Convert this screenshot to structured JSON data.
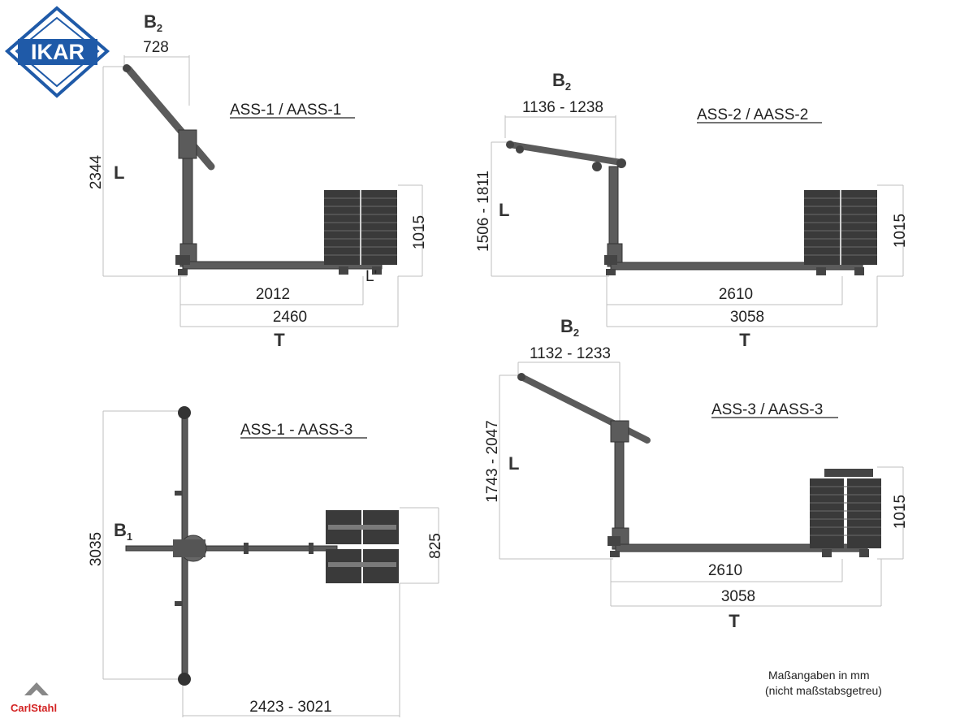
{
  "brand": {
    "logo_text": "IKAR",
    "logo_color": "#1f5aa8",
    "footer_logo": "CarlStahl"
  },
  "note": {
    "line1": "Maßangaben in mm",
    "line2": "(nicht maßstabsgetreu)"
  },
  "panel1": {
    "title": "ASS-1 / AASS-1",
    "b_label": "B",
    "b_sub": "2",
    "b_value": "728",
    "height_value": "2344",
    "l_label": "L",
    "weight_height": "1015",
    "d1": "2012",
    "d2": "2460",
    "t_label": "T",
    "foot_label": "L'"
  },
  "panel2": {
    "title": "ASS-2 / AASS-2",
    "b_label": "B",
    "b_sub": "2",
    "b_value": "1136 - 1238",
    "height_value": "1506 - 1811",
    "l_label": "L",
    "weight_height": "1015",
    "d1": "2610",
    "d2": "3058",
    "t_label": "T"
  },
  "panel3": {
    "title": "ASS-1 - AASS-3",
    "b_label": "B",
    "b_sub": "1",
    "height_value": "3035",
    "weight_width": "825",
    "d1": "2423 - 3021"
  },
  "panel4": {
    "title": "ASS-3 / AASS-3",
    "b_label": "B",
    "b_sub": "2",
    "b_value": "1132 - 1233",
    "height_value": "1743 - 2047",
    "l_label": "L",
    "weight_height": "1015",
    "d1": "2610",
    "d2": "3058",
    "t_label": "T"
  }
}
